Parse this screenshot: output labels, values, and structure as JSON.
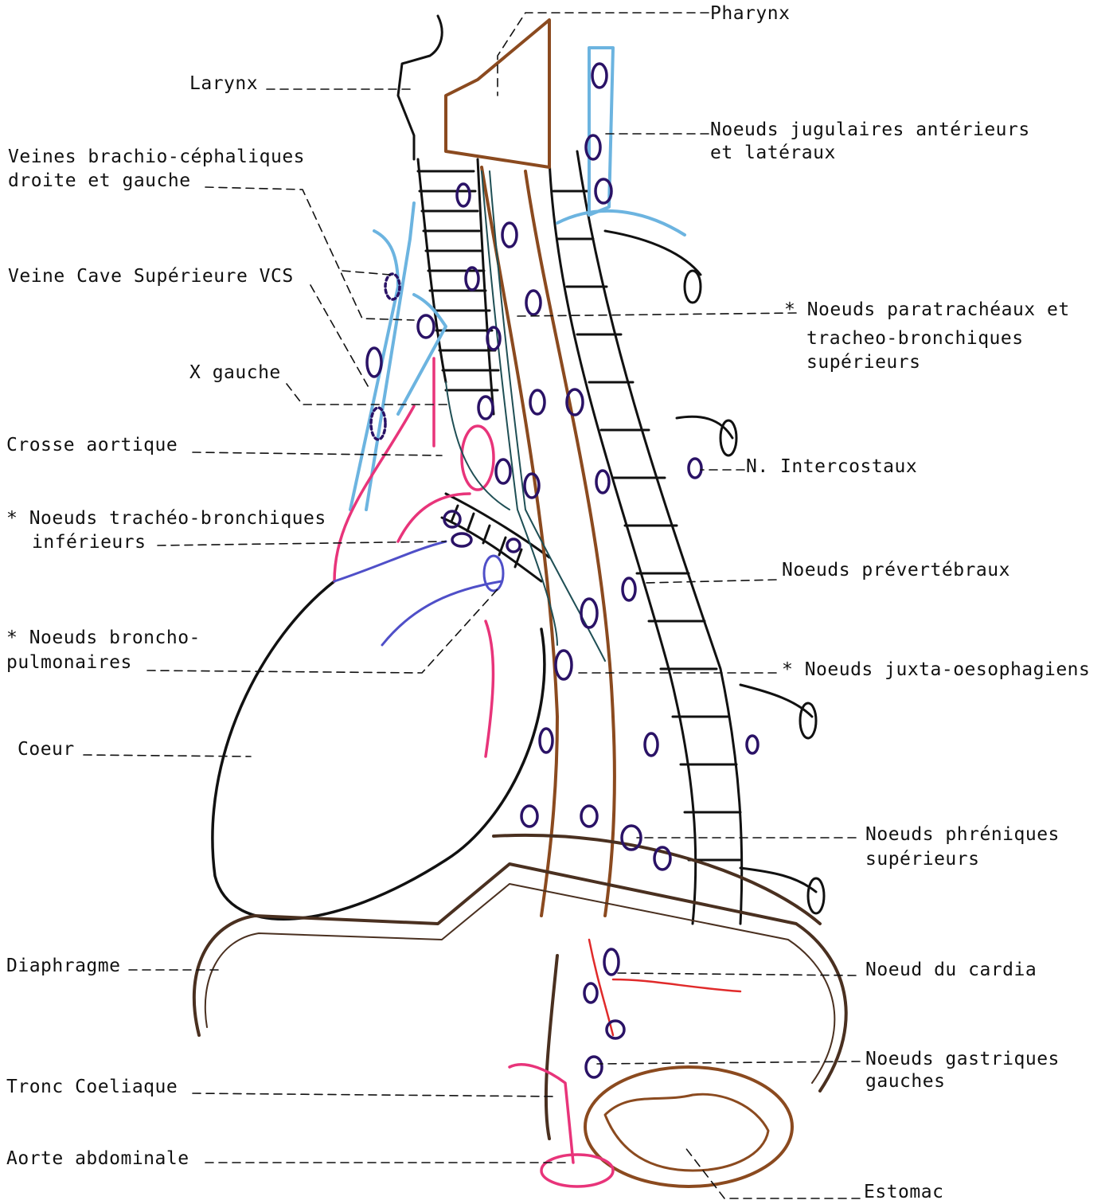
{
  "labels": {
    "pharynx": "Pharynx",
    "larynx": "Larynx",
    "veines_bc_1": "Veines brachio-céphaliques",
    "veines_bc_2": "droite et gauche",
    "vcs": "Veine Cave Supérieure VCS",
    "x_gauche": "X gauche",
    "crosse": "Crosse aortique",
    "tb_inf_1": "* Noeuds trachéo-bronchiques",
    "tb_inf_2": "inférieurs",
    "bp_1": "* Noeuds broncho-",
    "bp_2": "pulmonaires",
    "coeur": "Coeur",
    "diaphragme": "Diaphragme",
    "tronc": "Tronc Coeliaque",
    "aorte_abd": "Aorte abdominale",
    "jug_1": "Noeuds jugulaires antérieurs",
    "jug_2": "et latéraux",
    "para_1": "* Noeuds paratrachéaux et",
    "para_2": "tracheo-bronchiques",
    "para_3": "supérieurs",
    "intercostaux": "N. Intercostaux",
    "prevert": "Noeuds prévertébraux",
    "juxta": "* Noeuds juxta-oesophagiens",
    "phren_1": "Noeuds phréniques",
    "phren_2": "supérieurs",
    "cardia": "Noeud du cardia",
    "gastr_1": "Noeuds gastriques",
    "gastr_2": "gauches",
    "estomac": "Estomac"
  },
  "colors": {
    "ink": "#111111",
    "oesophagus": "#8B4A1F",
    "vein": "#6CB4E0",
    "artery": "#E8347A",
    "node": "#2A1266",
    "nerve": "#1F4F55",
    "pulmonary": "#4F4FC8",
    "gastric_artery": "#E02A2A",
    "diaphragm": "#4A3020"
  }
}
